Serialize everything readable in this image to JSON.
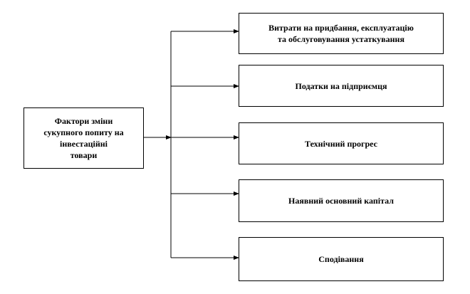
{
  "diagram": {
    "source": {
      "lines": [
        "Фактори зміни",
        "сукупного попиту на",
        "інвестаційні",
        "товари"
      ]
    },
    "targets": [
      {
        "lines": [
          "Витрати на придбання, експлуатацію",
          "та обслуговування устаткування"
        ]
      },
      {
        "lines": [
          "Податки на підприємця"
        ]
      },
      {
        "lines": [
          "Технічний прогрес"
        ]
      },
      {
        "lines": [
          "Наявний основний капітал"
        ]
      },
      {
        "lines": [
          "Сподівання"
        ]
      }
    ]
  }
}
